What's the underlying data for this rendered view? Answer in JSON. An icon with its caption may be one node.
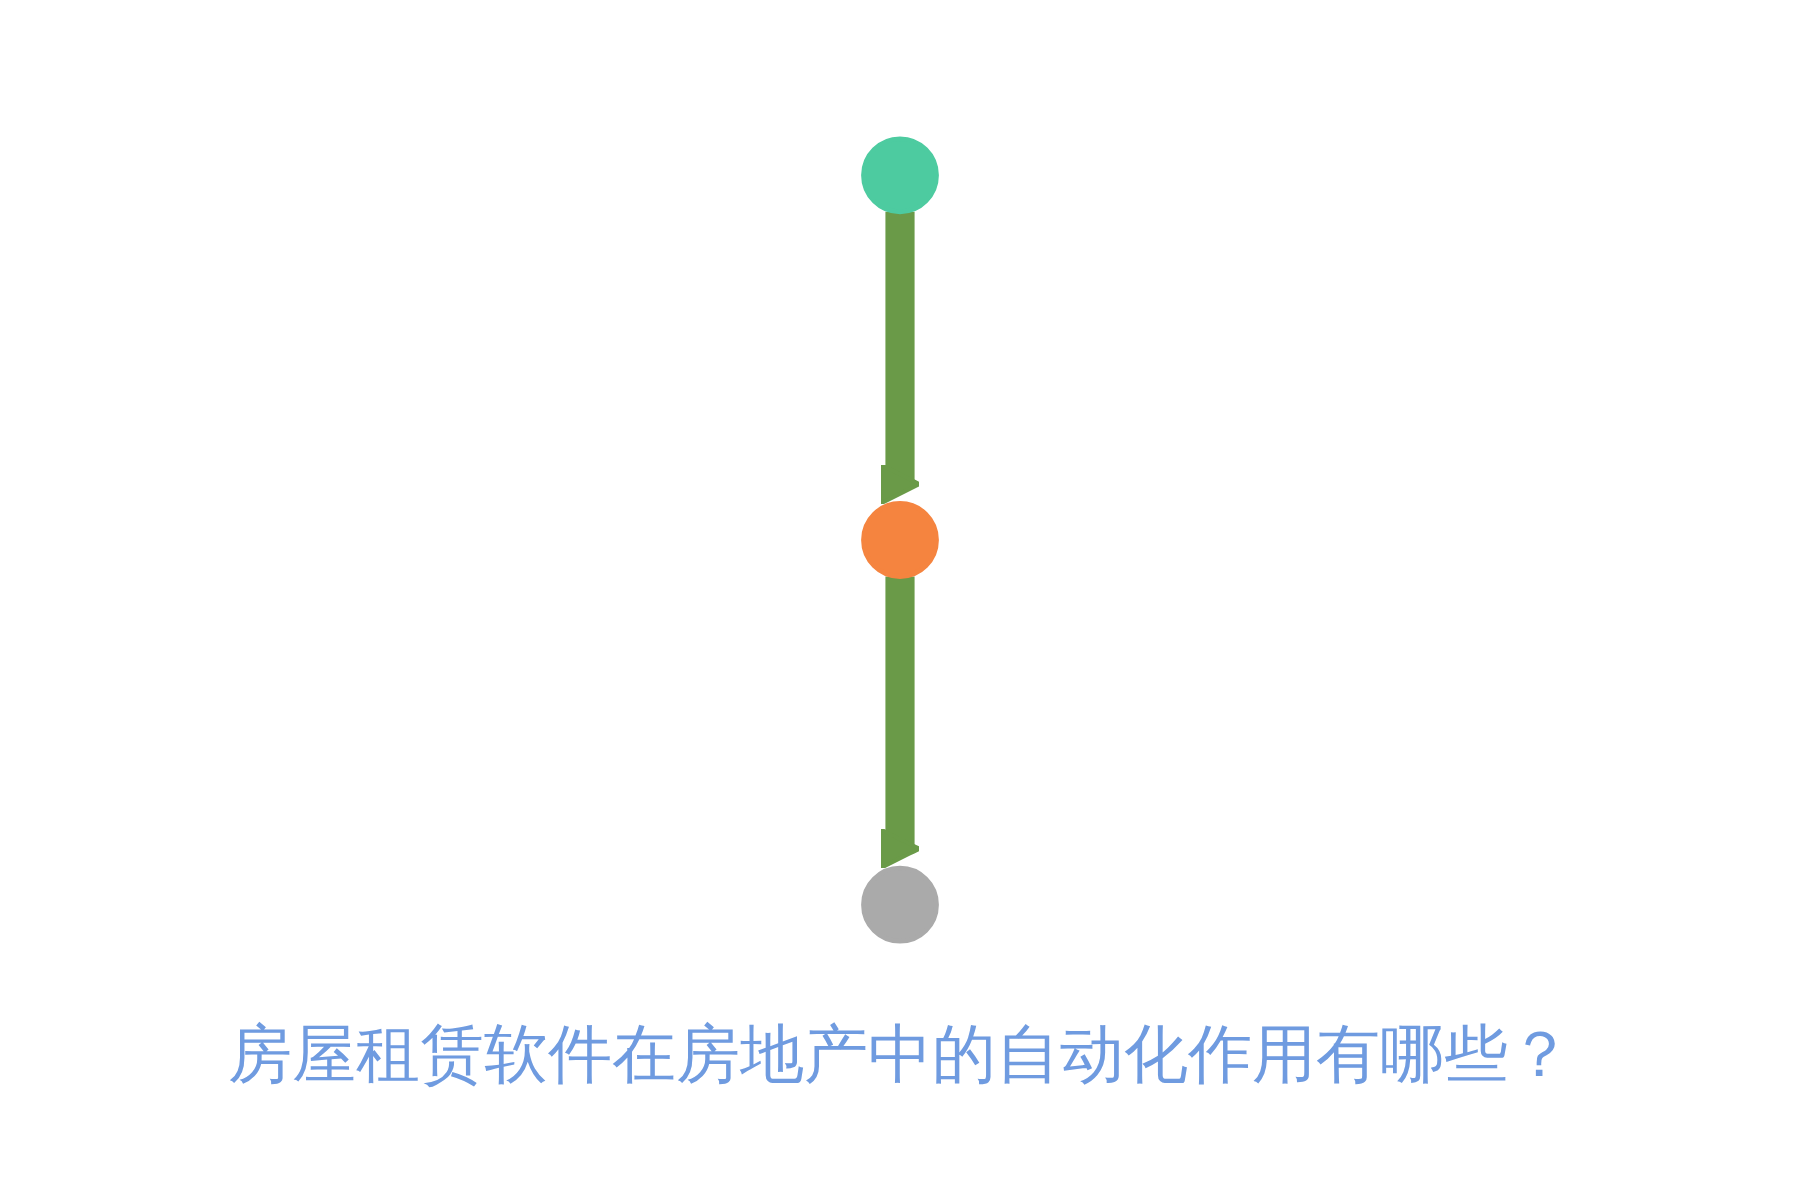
{
  "diagram": {
    "title": "房屋租赁软件在房地产中的自动化作用有哪些？",
    "nodes": [
      {
        "text": [],
        "shape": "circle"
      },
      {
        "text": [],
        "shape": "circle"
      },
      {
        "text": [],
        "shape": "circle"
      }
    ],
    "edges": [
      {
        "from": 0,
        "to": 1,
        "arrow": "to"
      },
      {
        "from": 1,
        "to": 2,
        "arrow": "to"
      }
    ]
  }
}
